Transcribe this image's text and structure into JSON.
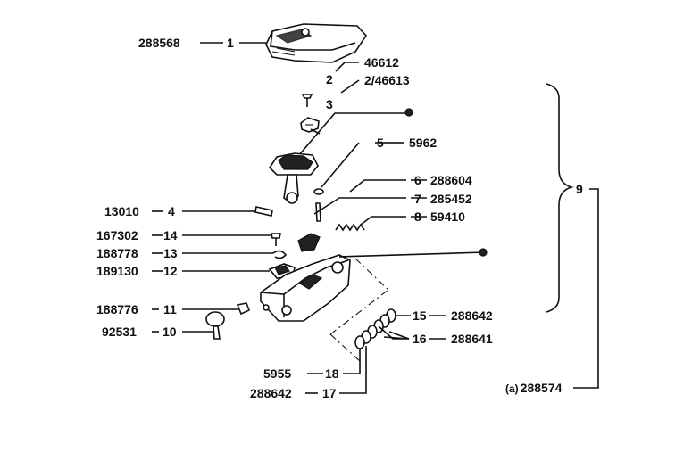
{
  "callouts": [
    {
      "ref": "1",
      "part_no": "288568"
    },
    {
      "ref": "2",
      "part_no": "46612"
    },
    {
      "ref": "2",
      "part_no": "46613",
      "prefix": "2/"
    },
    {
      "ref": "3",
      "part_no": ""
    },
    {
      "ref": "4",
      "part_no": "13010"
    },
    {
      "ref": "5",
      "part_no": "5962"
    },
    {
      "ref": "6",
      "part_no": "288604"
    },
    {
      "ref": "7",
      "part_no": "285452"
    },
    {
      "ref": "8",
      "part_no": "59410"
    },
    {
      "ref": "9",
      "part_no": ""
    },
    {
      "ref": "10",
      "part_no": "92531"
    },
    {
      "ref": "11",
      "part_no": "188776"
    },
    {
      "ref": "12",
      "part_no": "189130"
    },
    {
      "ref": "13",
      "part_no": "188778"
    },
    {
      "ref": "14",
      "part_no": "167302"
    },
    {
      "ref": "15",
      "part_no": "288642"
    },
    {
      "ref": "16",
      "part_no": "288641"
    },
    {
      "ref": "17",
      "part_no": "288642"
    },
    {
      "ref": "18",
      "part_no": "5955"
    }
  ],
  "assembly": {
    "prefix": "(a)",
    "part_no": "288574"
  }
}
